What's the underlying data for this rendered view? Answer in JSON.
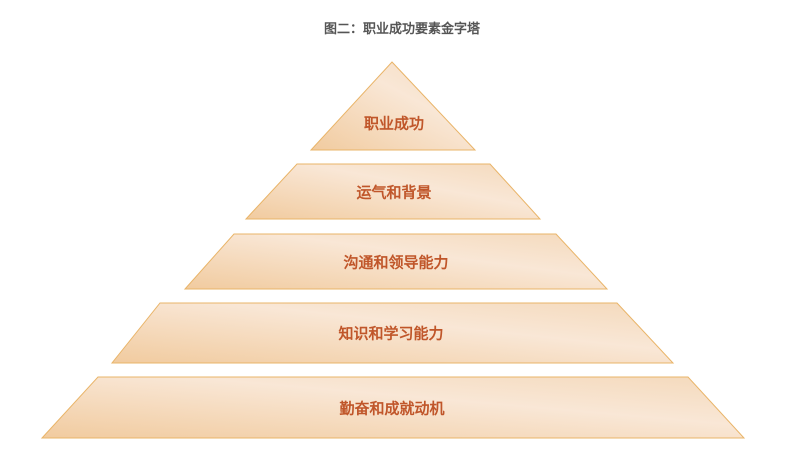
{
  "title": "图二：职业成功要素金字塔",
  "layers": [
    {
      "label": "职业成功"
    },
    {
      "label": "运气和背景"
    },
    {
      "label": "沟通和领导能力"
    },
    {
      "label": "知识和学习能力"
    },
    {
      "label": "勤奋和成就动机"
    }
  ],
  "colors": {
    "text": "#c0562a",
    "fill_light": "#fbeee2",
    "fill_dark": "#f1cb9f",
    "stroke": "#e9b468"
  }
}
